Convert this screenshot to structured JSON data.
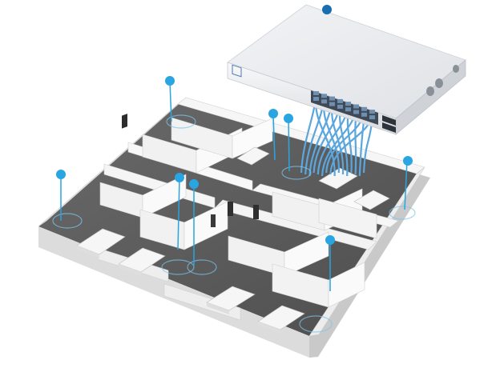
{
  "switch": {
    "logo_text": "",
    "port_count": 16,
    "sfp_count": 2,
    "cable_color": "#5aa6dd",
    "body_color": "#e4e6e9"
  },
  "access_points": {
    "count": 9,
    "marker_color": "#29a5e1",
    "top_marker_color": "#1b6db2"
  },
  "floor": {
    "wall_color": "#f4f4f4",
    "floor_color": "#5f5f5f",
    "coverage_color": "#7fc4ec"
  }
}
